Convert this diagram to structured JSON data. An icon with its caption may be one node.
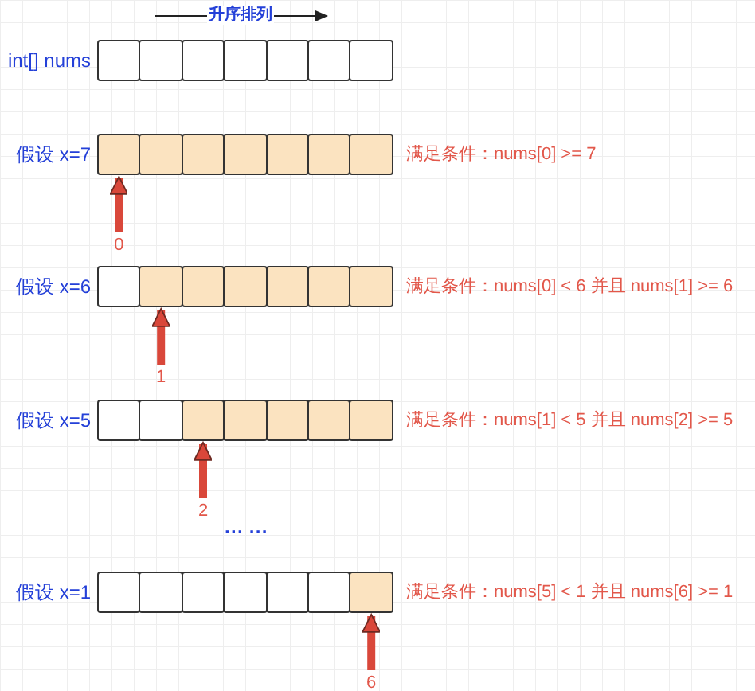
{
  "diagram": {
    "nodes": [
      {
        "text": [
          "int[] nums"
        ]
      },
      {
        "text": [],
        "shape": "box",
        "in": 0
      },
      {
        "text": [],
        "shape": "box",
        "in": 0
      },
      {
        "text": [],
        "shape": "box",
        "in": 0
      },
      {
        "text": [],
        "shape": "box",
        "in": 0
      },
      {
        "text": [],
        "shape": "box",
        "in": 0
      },
      {
        "text": [],
        "shape": "box",
        "in": 0
      },
      {
        "text": [],
        "shape": "box",
        "in": 0
      },
      {
        "text": [
          "假设 x=7"
        ],
        "beside": [
          "满足条件：nums[0] >= 7"
        ]
      },
      {
        "text": [],
        "shape": "box",
        "in": 8
      },
      {
        "text": [],
        "shape": "box",
        "in": 8
      },
      {
        "text": [],
        "shape": "box",
        "in": 8
      },
      {
        "text": [],
        "shape": "box",
        "in": 8
      },
      {
        "text": [],
        "shape": "box",
        "in": 8
      },
      {
        "text": [],
        "shape": "box",
        "in": 8
      },
      {
        "text": [],
        "shape": "box",
        "in": 8
      },
      {
        "text": [
          "0"
        ]
      },
      {
        "text": [
          "假设 x=6"
        ],
        "beside": [
          "满足条件：nums[0] < 6 并且 nums[1] >= 6"
        ]
      },
      {
        "text": [],
        "shape": "box",
        "in": 17
      },
      {
        "text": [],
        "shape": "box",
        "in": 17
      },
      {
        "text": [],
        "shape": "box",
        "in": 17
      },
      {
        "text": [],
        "shape": "box",
        "in": 17
      },
      {
        "text": [],
        "shape": "box",
        "in": 17
      },
      {
        "text": [],
        "shape": "box",
        "in": 17
      },
      {
        "text": [],
        "shape": "box",
        "in": 17
      },
      {
        "text": [
          "1"
        ]
      },
      {
        "text": [
          "假设 x=5"
        ],
        "beside": [
          "满足条件：nums[1] < 5 并且 nums[2] >= 5"
        ]
      },
      {
        "text": [],
        "shape": "box",
        "in": 26
      },
      {
        "text": [],
        "shape": "box",
        "in": 26
      },
      {
        "text": [],
        "shape": "box",
        "in": 26
      },
      {
        "text": [],
        "shape": "box",
        "in": 26
      },
      {
        "text": [],
        "shape": "box",
        "in": 26
      },
      {
        "text": [],
        "shape": "box",
        "in": 26
      },
      {
        "text": [],
        "shape": "box",
        "in": 26
      },
      {
        "text": [
          "2"
        ]
      },
      {
        "text": [
          "假设 x=1"
        ],
        "beside": [
          "满足条件：nums[5] < 1 并且 nums[6] >= 1"
        ]
      },
      {
        "text": [],
        "shape": "box",
        "in": 35
      },
      {
        "text": [],
        "shape": "box",
        "in": 35
      },
      {
        "text": [],
        "shape": "box",
        "in": 35
      },
      {
        "text": [],
        "shape": "box",
        "in": 35
      },
      {
        "text": [],
        "shape": "box",
        "in": 35
      },
      {
        "text": [],
        "shape": "box",
        "in": 35
      },
      {
        "text": [],
        "shape": "box",
        "in": 35
      },
      {
        "text": [
          "6"
        ]
      }
    ],
    "edges": [
      {
        "from": 16,
        "to": 9,
        "arrow": "to"
      },
      {
        "from": 25,
        "to": 19,
        "arrow": "to"
      },
      {
        "from": 34,
        "to": 29,
        "arrow": "to"
      },
      {
        "from": 43,
        "to": 42,
        "arrow": "to"
      }
    ],
    "labels": [
      "升序排列",
      "··· ···"
    ]
  }
}
